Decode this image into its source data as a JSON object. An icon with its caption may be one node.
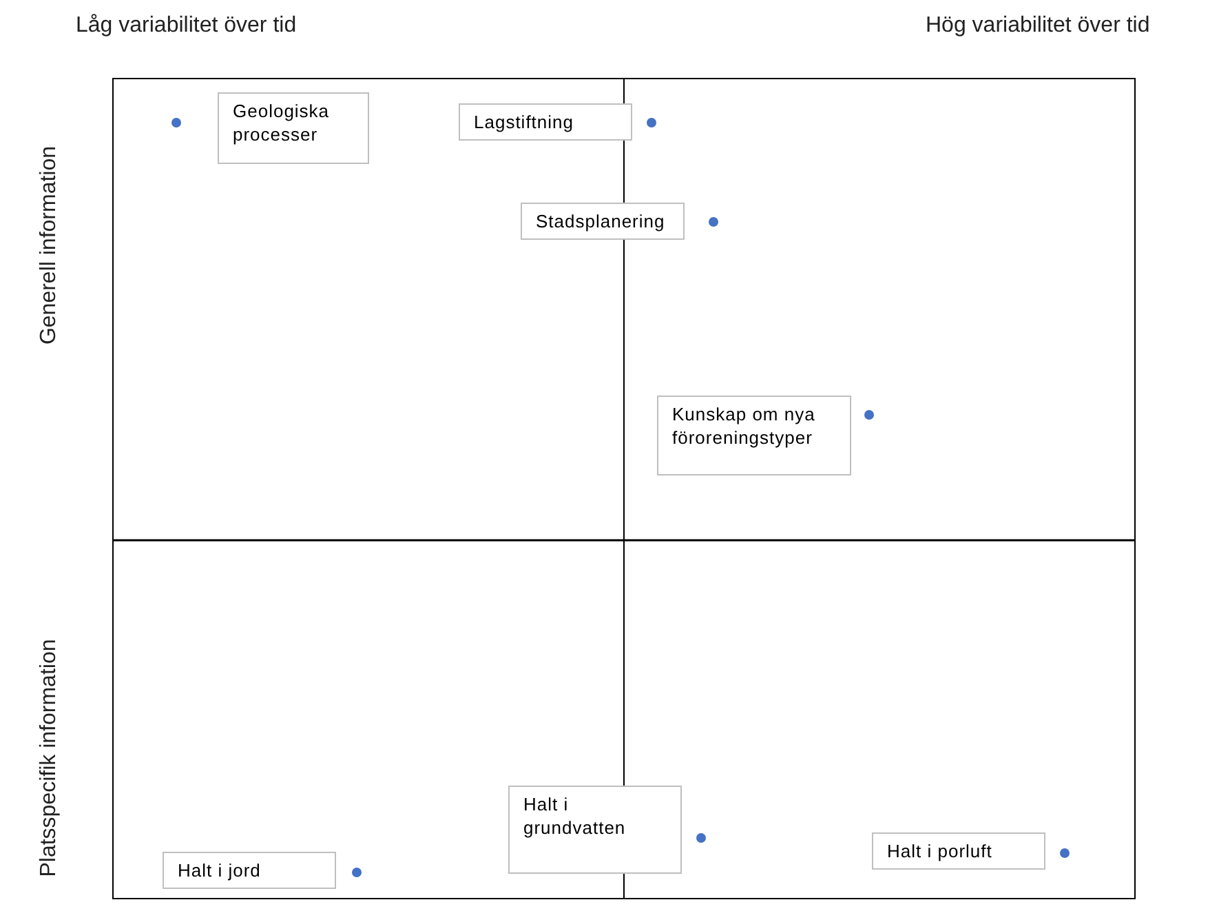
{
  "diagram": {
    "nodes": [
      {
        "text": [
          "Geologiska processer"
        ]
      },
      {
        "text": [
          "Lagstiftning"
        ]
      },
      {
        "text": [
          "Stadsplanering"
        ]
      },
      {
        "text": [
          "Kunskap om nya föroreningstyper"
        ]
      },
      {
        "text": [
          "Halt i jord"
        ]
      },
      {
        "text": [
          "Halt i grundvatten"
        ]
      },
      {
        "text": [
          "Halt i porluft"
        ]
      }
    ],
    "labels": [
      "Låg variabilitet över tid",
      "Hög variabilitet över tid",
      "Generell information",
      "Platsspecifik information"
    ]
  }
}
